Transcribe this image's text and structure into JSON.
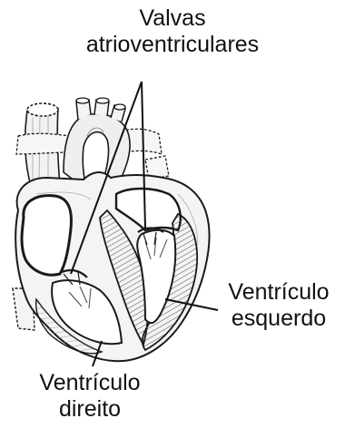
{
  "labels": {
    "valves_line1": "Valvas",
    "valves_line2": "atrioventriculares",
    "left_ventricle_line1": "Ventrículo",
    "left_ventricle_line2": "esquerdo",
    "right_ventricle_line1": "Ventrículo",
    "right_ventricle_line2": "direito"
  },
  "colors": {
    "ink": "#1a1a1a",
    "shade": "#6d6d6d",
    "fill": "#f4f4f4",
    "cavity": "#ffffff"
  }
}
